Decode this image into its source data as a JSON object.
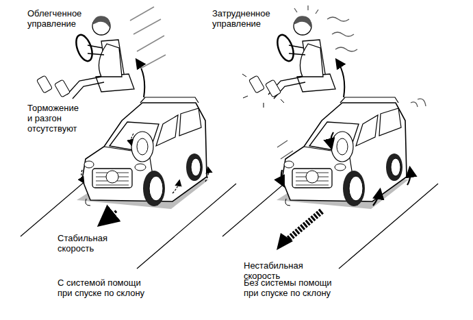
{
  "diagram": {
    "labels": [
      "Облегченное управление",
      "Торможение и разгон отсутствуют",
      "Стабильная скорость",
      "С системой помощи при спуске по склону",
      "Затрудненное управление",
      "Нестабильная скорость",
      "Без системы помощи при спуске по склону"
    ]
  }
}
